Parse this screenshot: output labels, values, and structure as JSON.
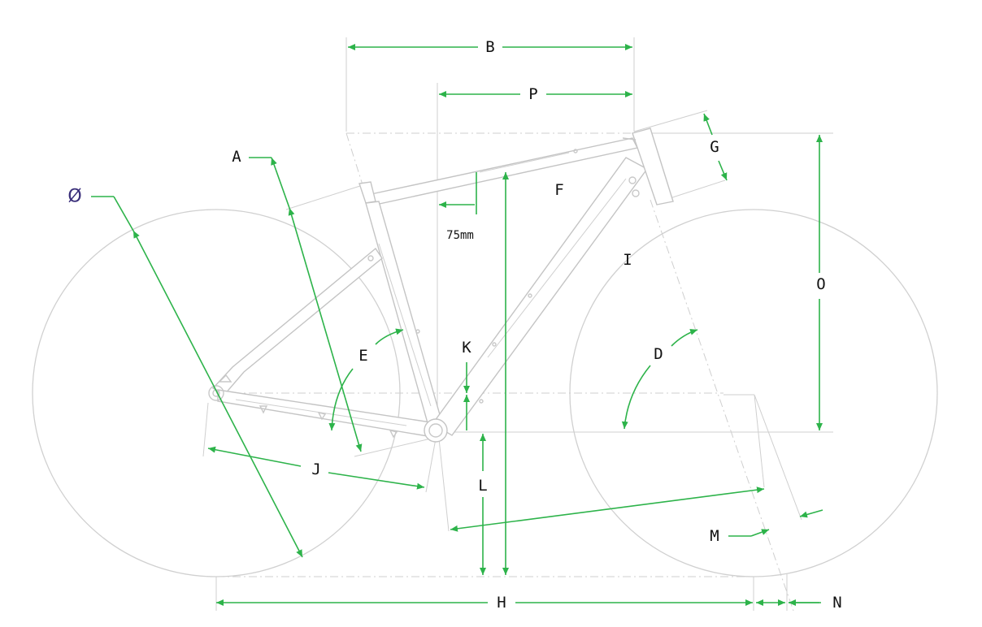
{
  "labels": {
    "A": "A",
    "B": "B",
    "D": "D",
    "E": "E",
    "F": "F",
    "G": "G",
    "H": "H",
    "I": "I",
    "J": "J",
    "K": "K",
    "L": "L",
    "M": "M",
    "N": "N",
    "O": "O",
    "P": "P",
    "diameter": "Ø",
    "offset": "75mm"
  },
  "colors": {
    "dimension": "#2db34a",
    "frame": "#c8c8c8",
    "label": "#111111",
    "diameter_symbol": "#3a2f7a"
  }
}
